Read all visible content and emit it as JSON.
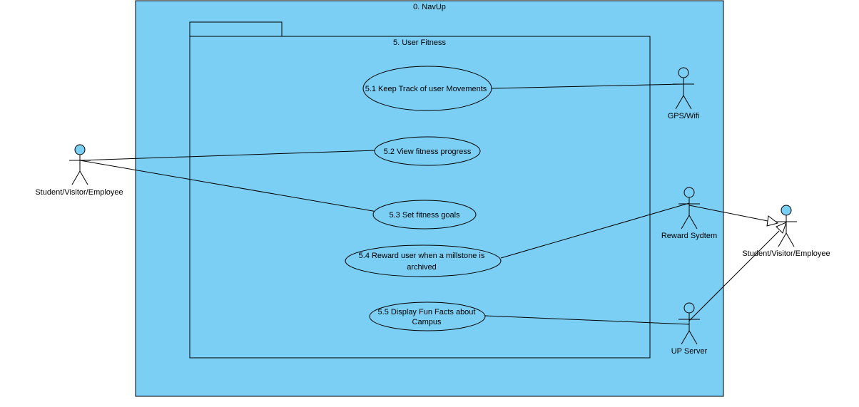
{
  "colors": {
    "system_fill": "#7ccff4",
    "stroke": "#000000",
    "actor_head": "#7ccff4",
    "background": "#ffffff"
  },
  "system": {
    "title": "0. NavUp"
  },
  "package": {
    "title": "5. User Fitness"
  },
  "use_cases": [
    {
      "lines": [
        "5.1 Keep Track of user Movements"
      ]
    },
    {
      "lines": [
        "5.2 View fitness progress"
      ]
    },
    {
      "lines": [
        "5.3 Set fitness goals"
      ]
    },
    {
      "lines": [
        "5.4 Reward user when a millstone is",
        "archived"
      ]
    },
    {
      "lines": [
        "5.5 Display Fun Facts about",
        "Campus"
      ]
    }
  ],
  "actors": [
    {
      "label": "Student/Visitor/Employee"
    },
    {
      "label": "GPS/Wifi"
    },
    {
      "label": "Reward Sydtem"
    },
    {
      "label": "UP Server"
    },
    {
      "label": "Student/Visitor/Employee"
    }
  ]
}
